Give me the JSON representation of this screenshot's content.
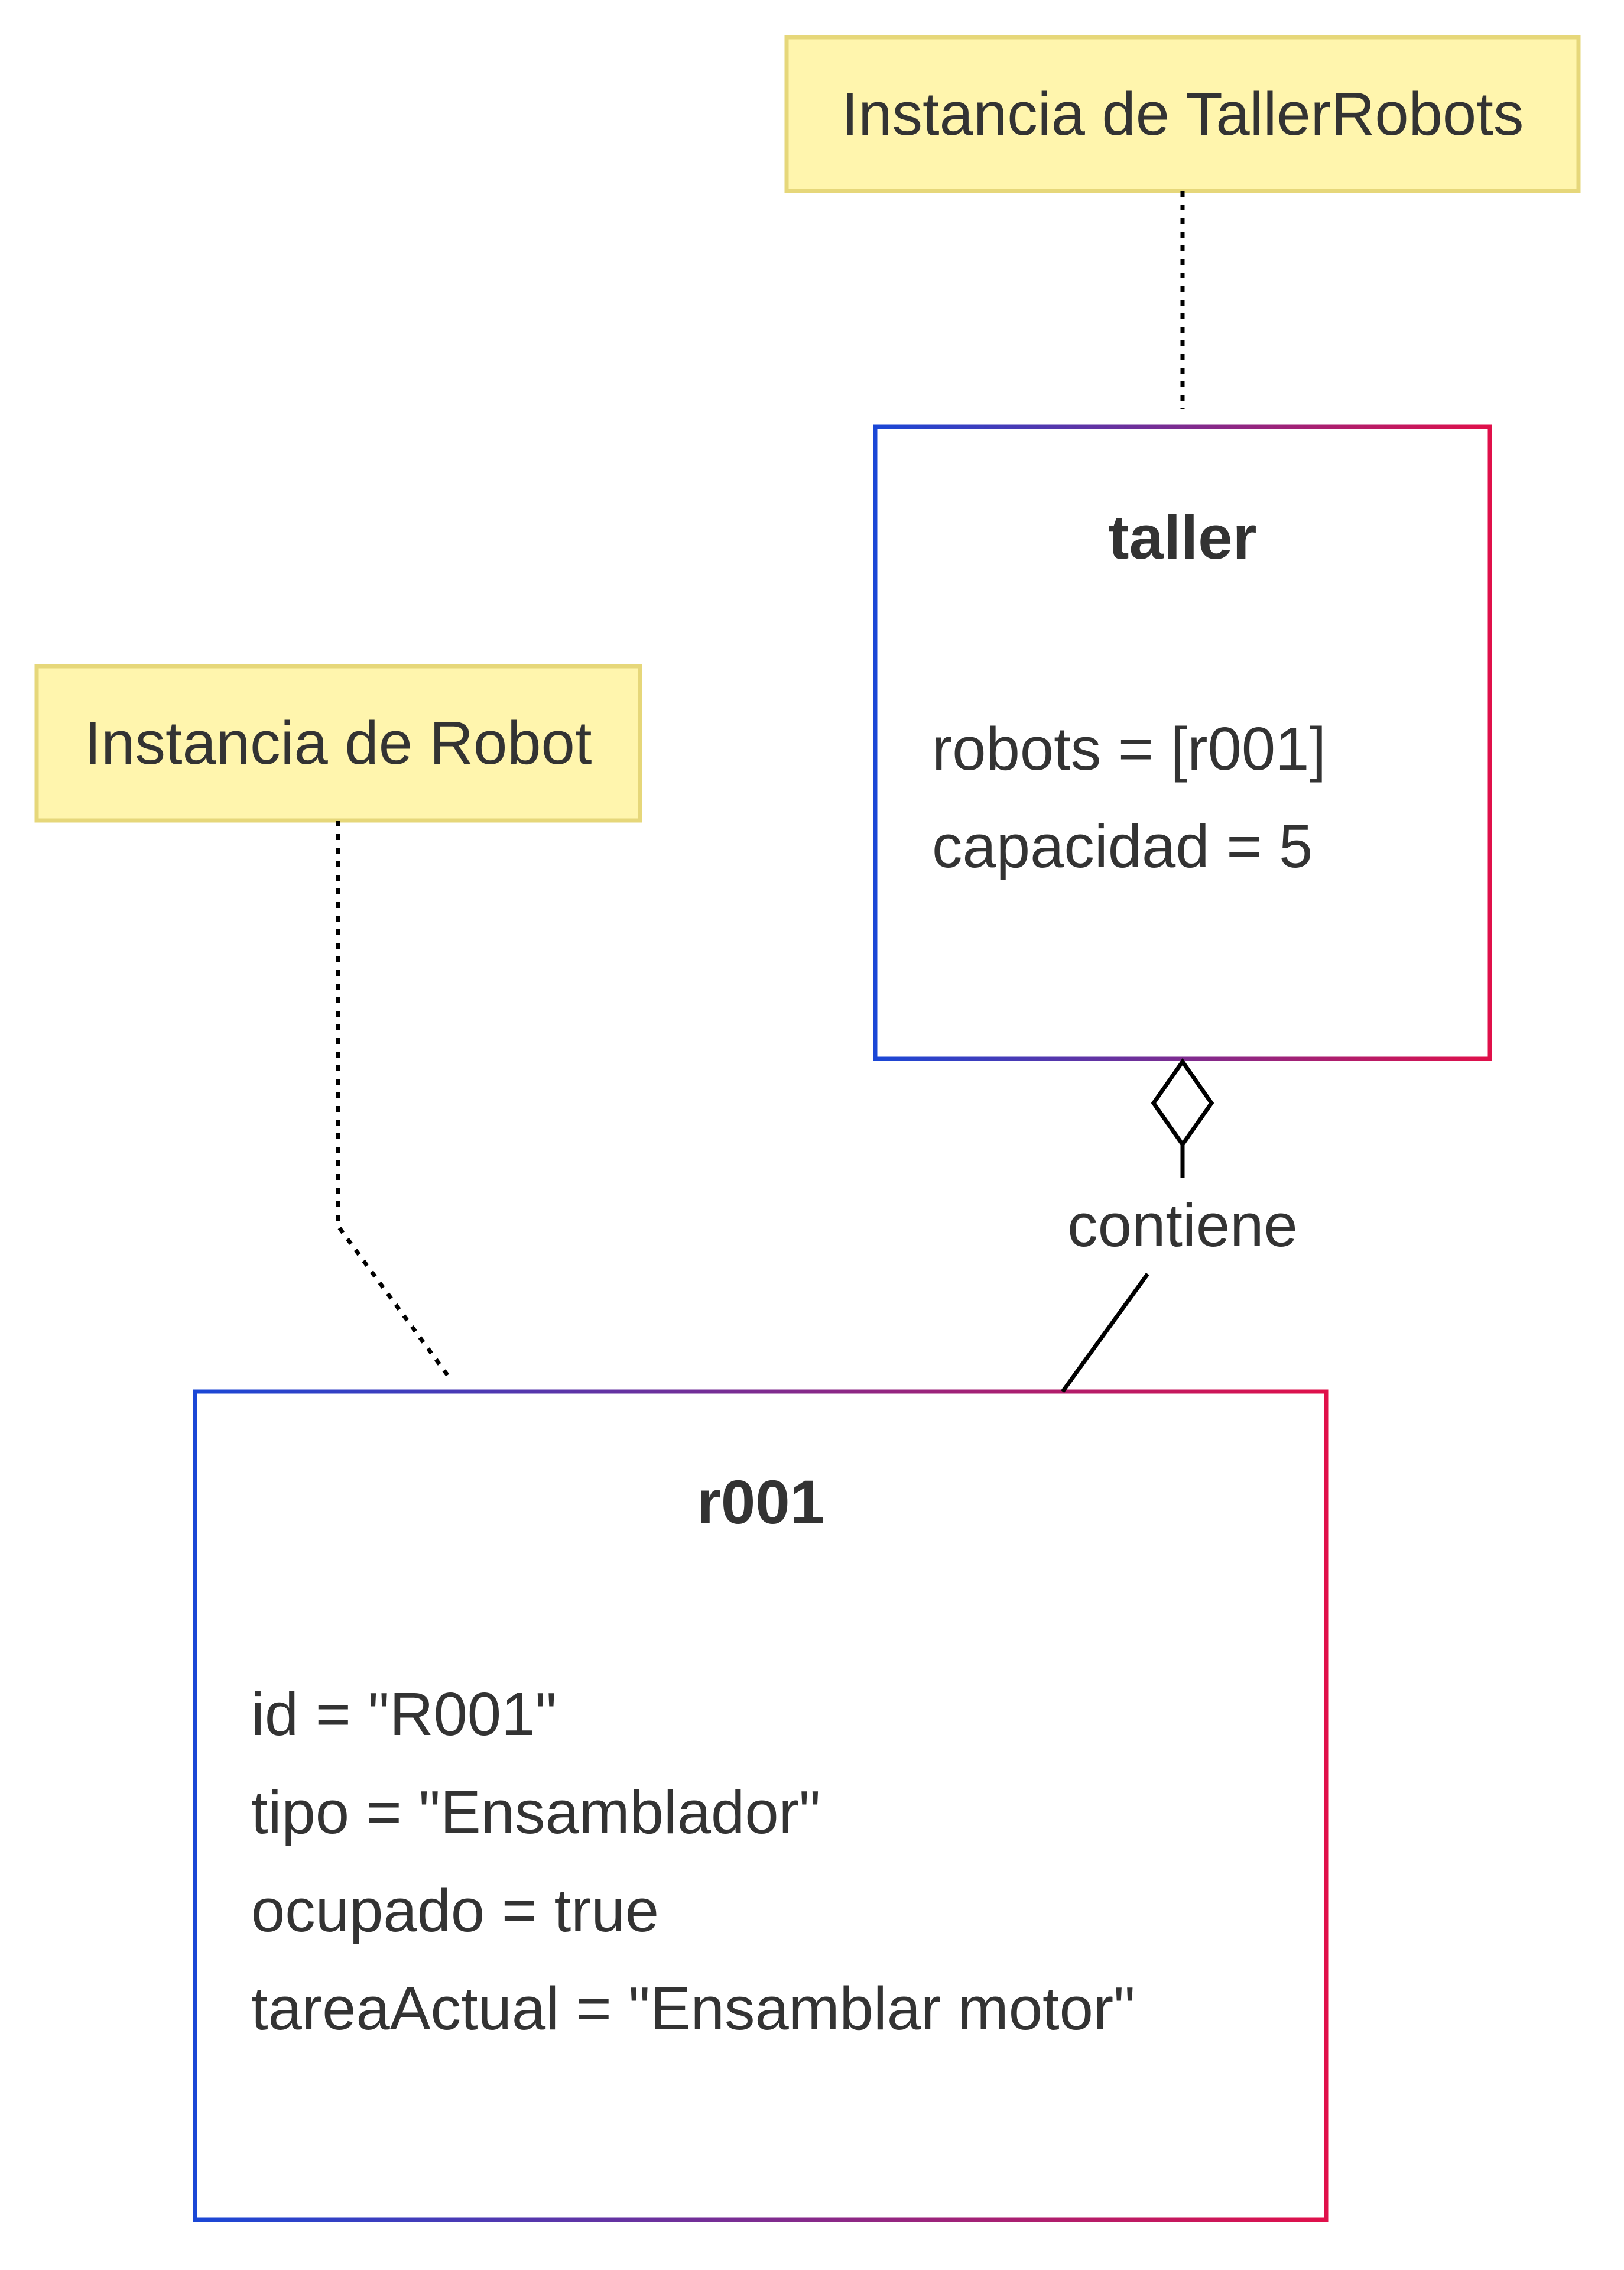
{
  "notes": {
    "taller_note": "Instancia de TallerRobots",
    "robot_note": "Instancia de Robot"
  },
  "objects": {
    "taller": {
      "name": "taller",
      "attributes": [
        "robots = [r001]",
        "capacidad = 5"
      ]
    },
    "r001": {
      "name": "r001",
      "attributes": [
        "id = \"R001\"",
        "tipo = \"Ensamblador\"",
        "ocupado = true",
        "tareaActual = \"Ensamblar motor\""
      ]
    }
  },
  "relations": {
    "aggregation_label": "contiene"
  },
  "colors": {
    "note_fill": "#fff5ad",
    "note_stroke": "#e6d77a",
    "box_gradient_start": "#1a47d6",
    "box_gradient_end": "#e0104a",
    "text": "#333333",
    "line": "#000000"
  }
}
